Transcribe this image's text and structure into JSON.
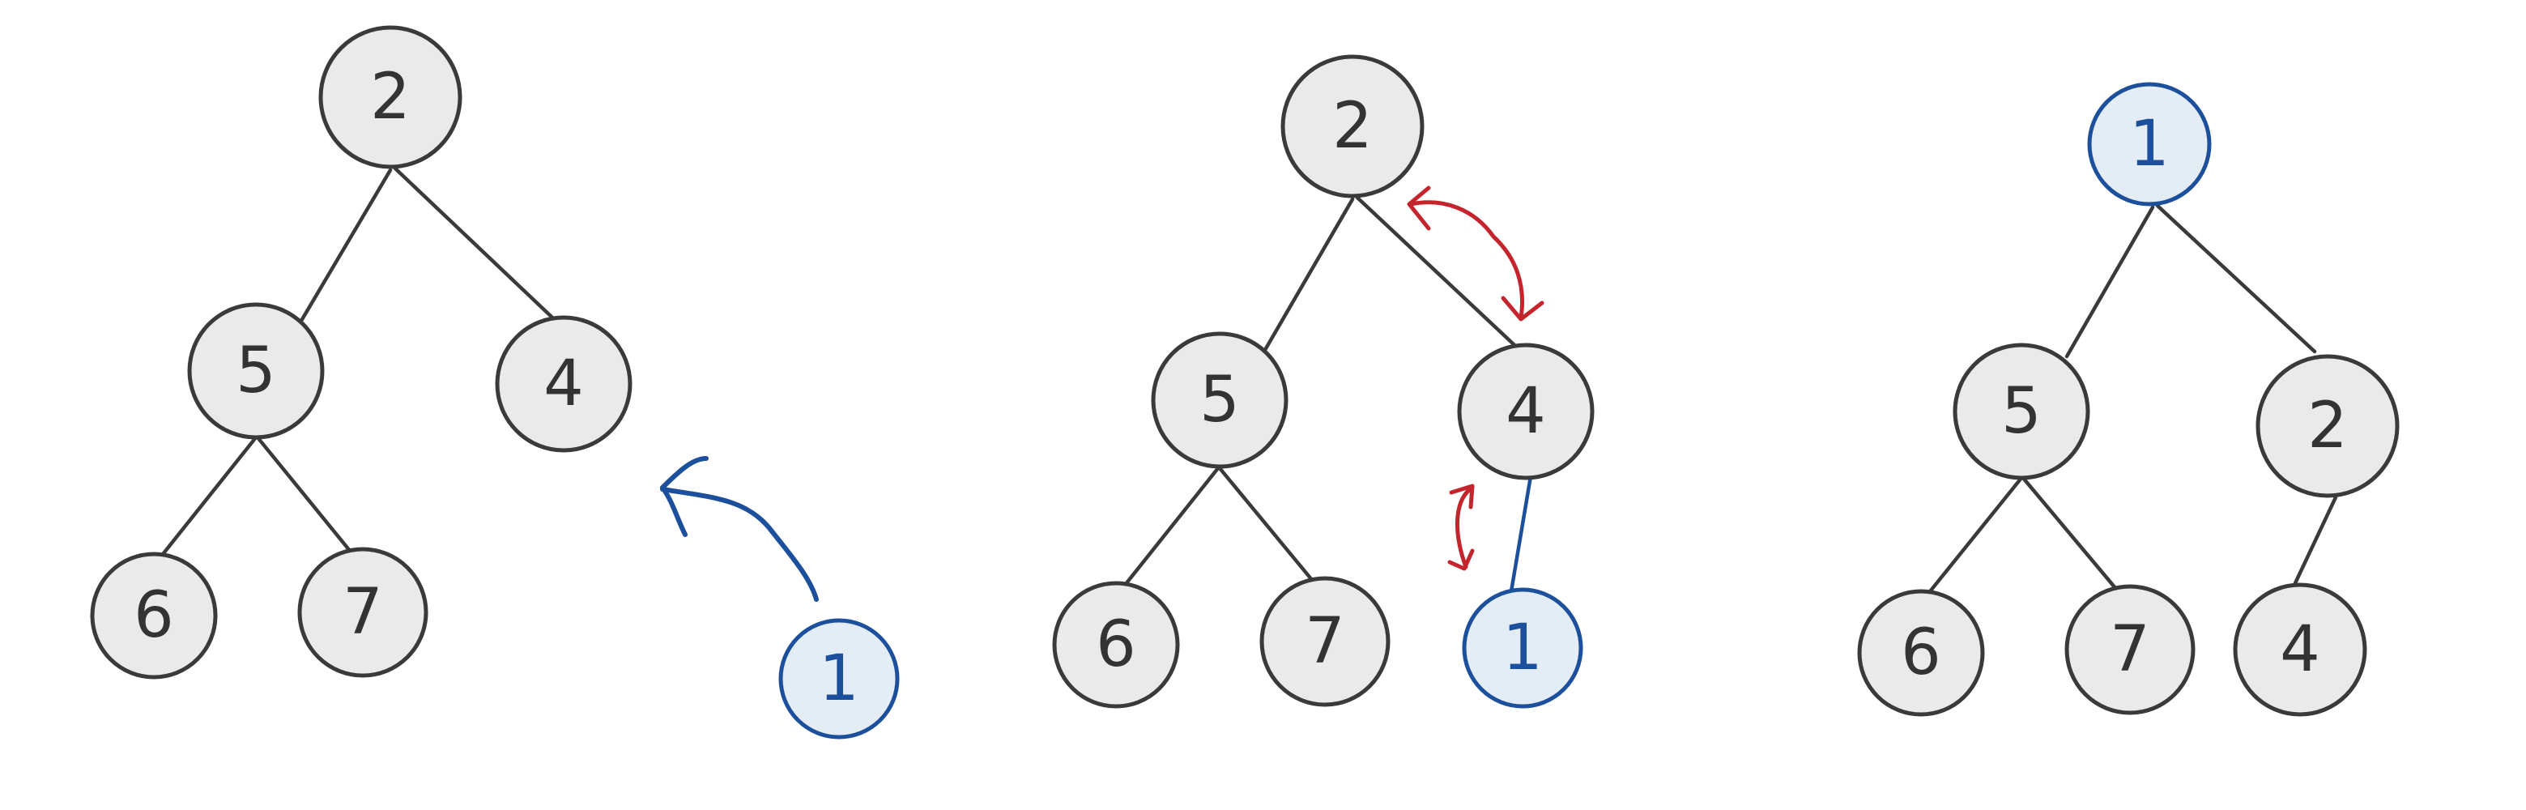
{
  "diagram": {
    "colors": {
      "node_fill": "#eaeaea",
      "node_stroke": "#3a3a3a",
      "new_node_fill": "#e4ecf6",
      "new_node_stroke": "#1c4f9c",
      "insert_arrow": "#1c4f9c",
      "swap_arrow": "#c4242c"
    },
    "panels": [
      {
        "id": "before-insert",
        "nodes": [
          "2",
          "5",
          "4",
          "6",
          "7"
        ],
        "incoming_node": "1",
        "annotation_icon": "insert-arrow-icon"
      },
      {
        "id": "after-insert-swapping",
        "nodes": [
          "2",
          "5",
          "4",
          "6",
          "7",
          "1"
        ],
        "new_node": "1",
        "annotation_icon": "swap-arrow-icon"
      },
      {
        "id": "result",
        "nodes": [
          "1",
          "5",
          "2",
          "6",
          "7",
          "4"
        ],
        "root": "1"
      }
    ]
  }
}
